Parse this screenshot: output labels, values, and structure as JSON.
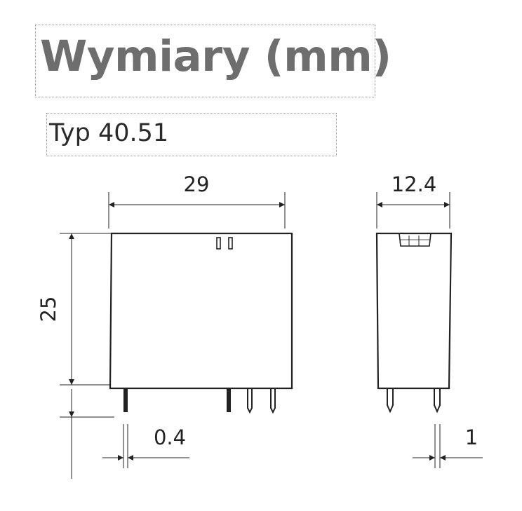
{
  "title": "Wymiary (mm)",
  "subtitle": "Typ 40.51",
  "dimensions": {
    "width": "29",
    "height": "25",
    "depth": "12.4",
    "pin_thickness": "0.4",
    "pin_width": "1"
  },
  "colors": {
    "title": "#6e6e6e",
    "line": "#222222",
    "box_border": "#9a9a9a"
  }
}
